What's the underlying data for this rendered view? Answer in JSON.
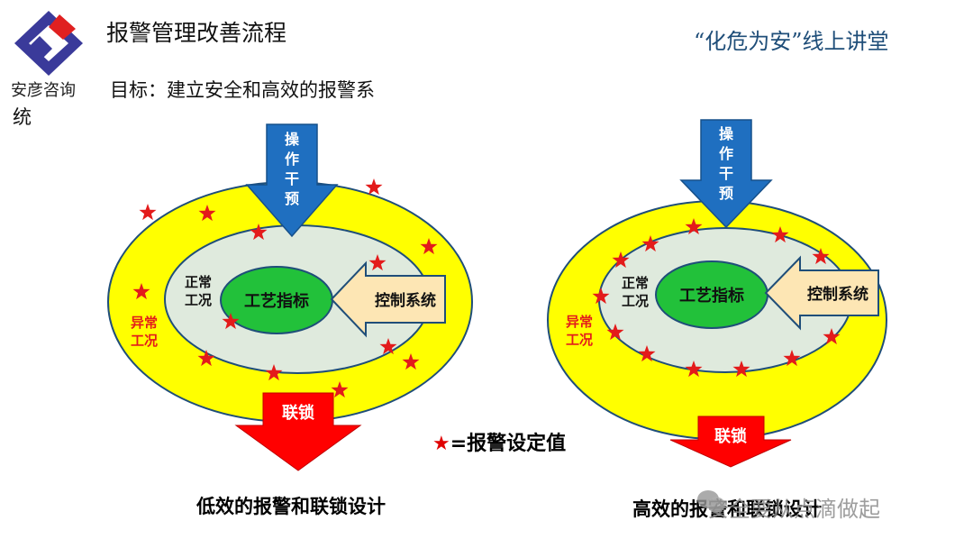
{
  "header": {
    "logo_text": "安彦咨询",
    "title": "报警管理改善流程",
    "subtitle": "目标：建立安全和高效的报警系",
    "subtitle_wrap": "统",
    "slogan": "“化危为安”线上讲堂"
  },
  "diagrams": [
    {
      "operator_label": [
        "操",
        "作",
        "干",
        "预"
      ],
      "normal_label": [
        "正常",
        "工况"
      ],
      "abnormal_label": [
        "异常",
        "工况"
      ],
      "process_label": "工艺指标",
      "control_label": "控制系统",
      "interlock_label": "联锁",
      "caption": "低效的报警和联锁设计"
    },
    {
      "operator_label": [
        "操",
        "作",
        "干",
        "预"
      ],
      "normal_label": [
        "正常",
        "工况"
      ],
      "abnormal_label": [
        "异常",
        "工况"
      ],
      "process_label": "工艺指标",
      "control_label": "控制系统",
      "interlock_label": "联锁",
      "caption": "高效的报警和联锁设计"
    }
  ],
  "legend": {
    "star": "★",
    "text": "=报警设定值"
  },
  "watermark": "安全要从点滴做起",
  "colors": {
    "outer_ring": "#ffff00",
    "inner_ring": "#dfeadd",
    "core": "#22c13a",
    "arrow_blue": "#1f6fc0",
    "arrow_red": "#ff0000",
    "arrow_beige": "#fde6b4",
    "star": "#e31b1b",
    "label_red": "#e31b1b"
  }
}
